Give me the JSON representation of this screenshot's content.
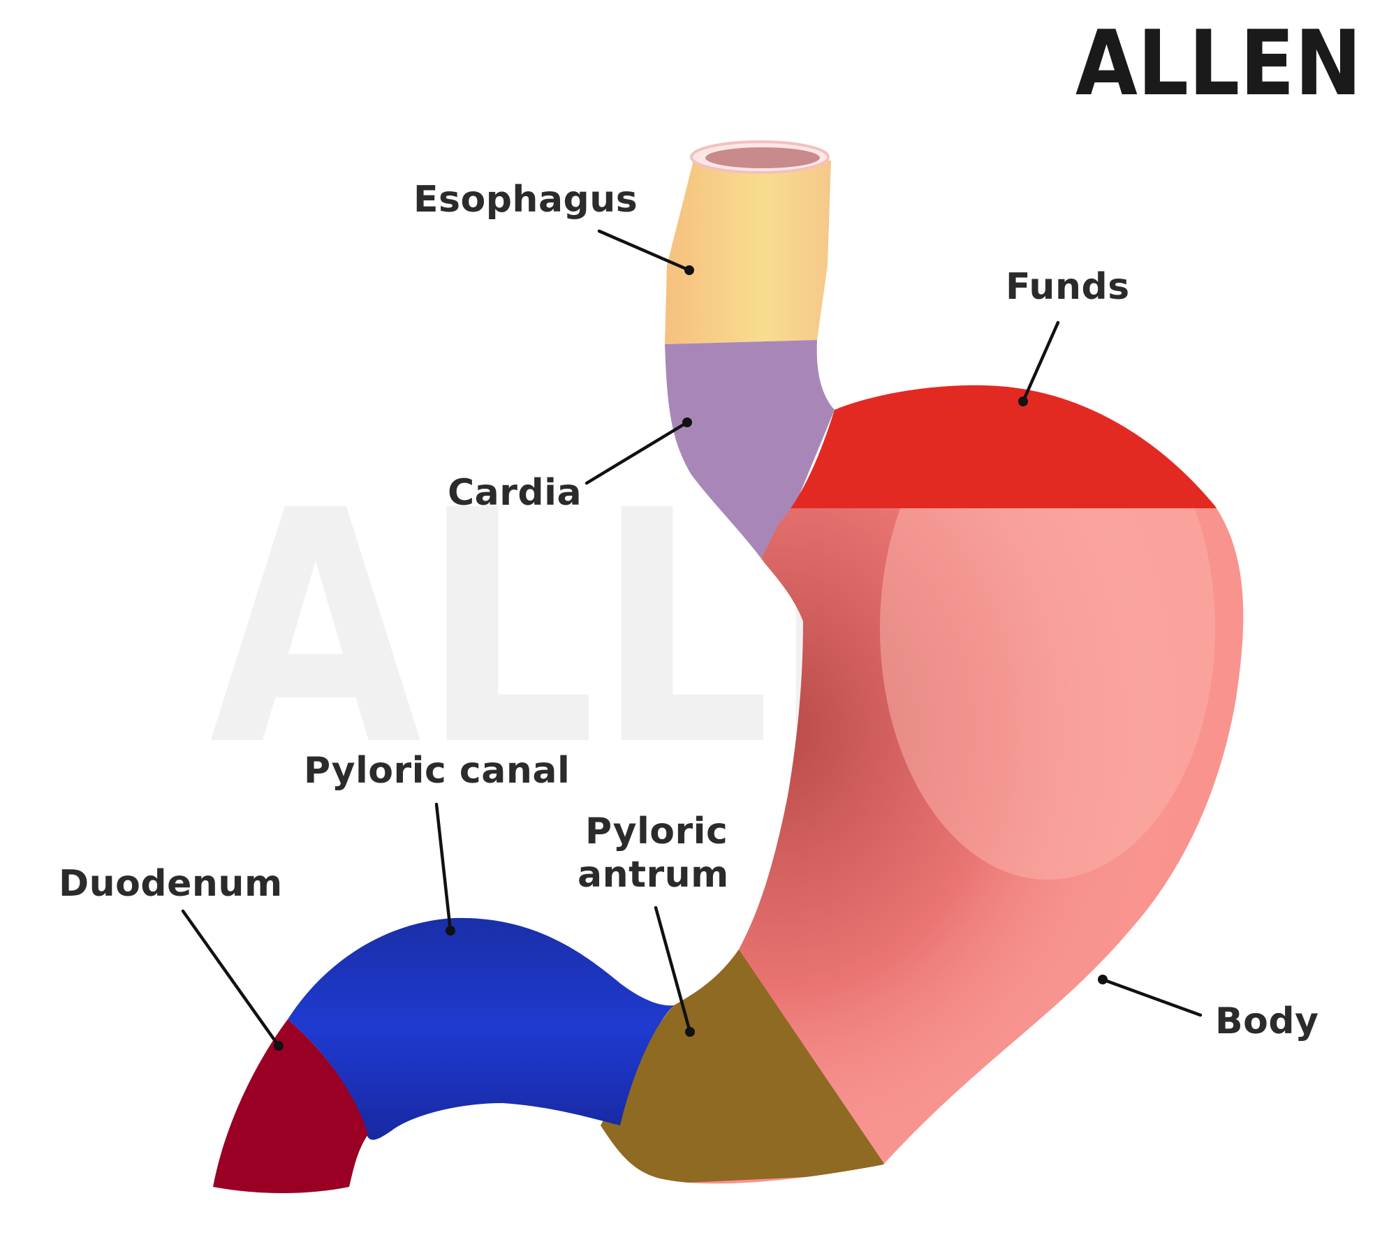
{
  "brand": {
    "logo_text": "ALLEN",
    "watermark_text": "ALLEN"
  },
  "labels": {
    "esophagus": "Esophagus",
    "funds": "Funds",
    "cardia": "Cardia",
    "pyloric_canal": "Pyloric canal",
    "pyloric_antrum_line1": "Pyloric",
    "pyloric_antrum_line2": "antrum",
    "duodenum": "Duodenum",
    "body": "Body"
  },
  "colors": {
    "esophagus": "#f7c98a",
    "cardia": "#a887b8",
    "fundus": "#e32a22",
    "body": "#f9938e",
    "pyloric_antrum": "#8e6a22",
    "pyloric_canal": "#1c33b8",
    "duodenum": "#9a0024",
    "label_text": "#2b2b2b",
    "leader_lines": "#111111"
  }
}
